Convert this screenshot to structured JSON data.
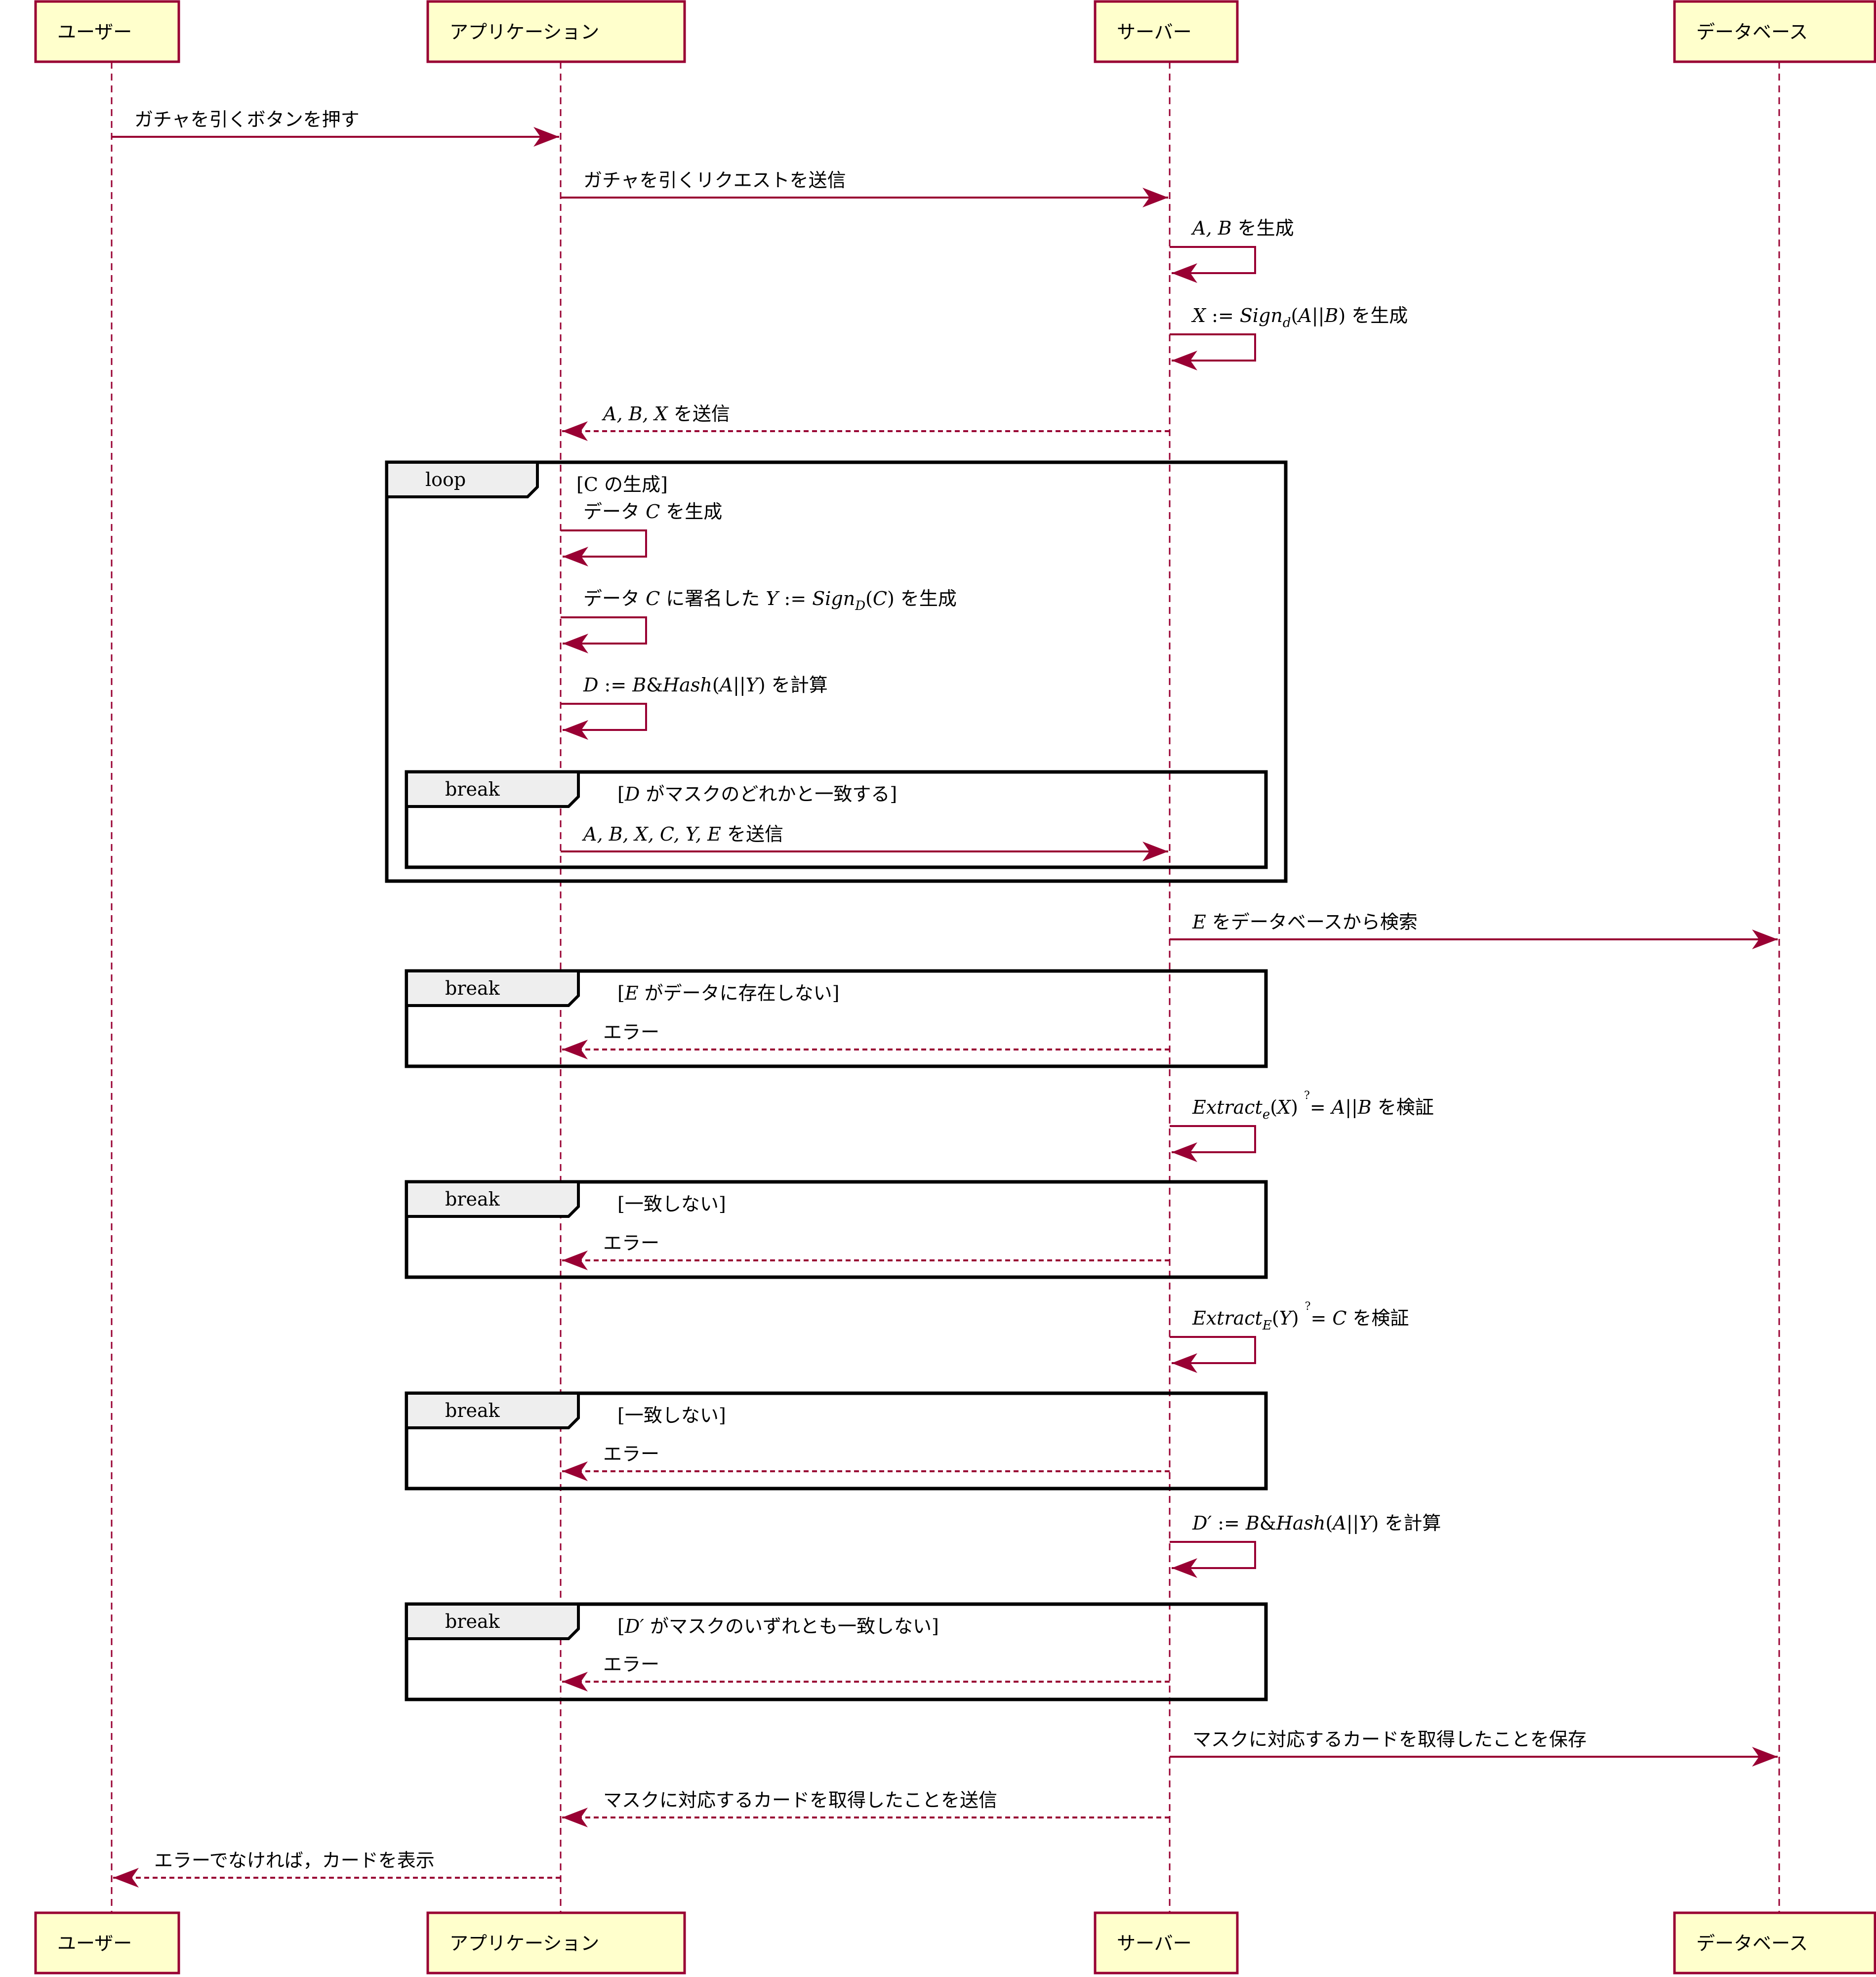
{
  "colors": {
    "line": "#990033",
    "box_fill": "#ffffcc",
    "frame": "#000000",
    "tab_fill": "#eeeeee",
    "background": "#ffffff"
  },
  "participants": [
    {
      "id": "user",
      "label": "ユーザー"
    },
    {
      "id": "app",
      "label": "アプリケーション"
    },
    {
      "id": "server",
      "label": "サーバー"
    },
    {
      "id": "db",
      "label": "データベース"
    }
  ],
  "messages": [
    {
      "id": "m1",
      "from": "user",
      "to": "app",
      "style": "solid",
      "parts": [
        {
          "t": "ガチャを引くボタンを押す"
        }
      ]
    },
    {
      "id": "m2",
      "from": "app",
      "to": "server",
      "style": "solid",
      "parts": [
        {
          "t": "ガチャを引くリクエストを送信"
        }
      ]
    },
    {
      "id": "m3",
      "from": "server",
      "to": "server",
      "style": "self",
      "parts": [
        {
          "t": "A, B",
          "m": true
        },
        {
          "t": " を生成"
        }
      ]
    },
    {
      "id": "m4",
      "from": "server",
      "to": "server",
      "style": "self",
      "parts": [
        {
          "t": "X",
          "m": true
        },
        {
          "t": " := "
        },
        {
          "t": "Sign",
          "m": true
        },
        {
          "t": "d",
          "m": true,
          "sub": true
        },
        {
          "t": "("
        },
        {
          "t": "A",
          "m": true
        },
        {
          "t": "||"
        },
        {
          "t": "B",
          "m": true
        },
        {
          "t": ") を生成"
        }
      ]
    },
    {
      "id": "m5",
      "from": "server",
      "to": "app",
      "style": "dashed",
      "parts": [
        {
          "t": "A, B, X",
          "m": true
        },
        {
          "t": " を送信"
        }
      ]
    },
    {
      "id": "m6",
      "from": "app",
      "to": "app",
      "style": "self",
      "parts": [
        {
          "t": "データ "
        },
        {
          "t": "C",
          "m": true
        },
        {
          "t": " を生成"
        }
      ]
    },
    {
      "id": "m7",
      "from": "app",
      "to": "app",
      "style": "self",
      "parts": [
        {
          "t": "データ "
        },
        {
          "t": "C",
          "m": true
        },
        {
          "t": " に署名した "
        },
        {
          "t": "Y",
          "m": true
        },
        {
          "t": " := "
        },
        {
          "t": "Sign",
          "m": true
        },
        {
          "t": "D",
          "m": true,
          "sub": true
        },
        {
          "t": "("
        },
        {
          "t": "C",
          "m": true
        },
        {
          "t": ") を生成"
        }
      ]
    },
    {
      "id": "m8",
      "from": "app",
      "to": "app",
      "style": "self",
      "parts": [
        {
          "t": "D",
          "m": true
        },
        {
          "t": " := "
        },
        {
          "t": "B",
          "m": true
        },
        {
          "t": "&"
        },
        {
          "t": "Hash",
          "m": true
        },
        {
          "t": "("
        },
        {
          "t": "A",
          "m": true
        },
        {
          "t": "||"
        },
        {
          "t": "Y",
          "m": true
        },
        {
          "t": ") を計算"
        }
      ]
    },
    {
      "id": "m9",
      "from": "app",
      "to": "server",
      "style": "solid",
      "parts": [
        {
          "t": "A, B, X, C, Y, E",
          "m": true
        },
        {
          "t": " を送信"
        }
      ]
    },
    {
      "id": "m10",
      "from": "server",
      "to": "db",
      "style": "solid",
      "parts": [
        {
          "t": "E",
          "m": true
        },
        {
          "t": " をデータベースから検索"
        }
      ]
    },
    {
      "id": "m11",
      "from": "server",
      "to": "app",
      "style": "dashed",
      "parts": [
        {
          "t": "エラー"
        }
      ]
    },
    {
      "id": "m12",
      "from": "server",
      "to": "server",
      "style": "self",
      "parts": [
        {
          "t": "Extract",
          "m": true
        },
        {
          "t": "e",
          "m": true,
          "sub": true
        },
        {
          "t": "("
        },
        {
          "t": "X",
          "m": true
        },
        {
          "t": ") "
        },
        {
          "t": "?",
          "sup": true
        },
        {
          "t": "= "
        },
        {
          "t": "A",
          "m": true
        },
        {
          "t": "||"
        },
        {
          "t": "B",
          "m": true
        },
        {
          "t": " を検証"
        }
      ]
    },
    {
      "id": "m13",
      "from": "server",
      "to": "app",
      "style": "dashed",
      "parts": [
        {
          "t": "エラー"
        }
      ]
    },
    {
      "id": "m14",
      "from": "server",
      "to": "server",
      "style": "self",
      "parts": [
        {
          "t": "Extract",
          "m": true
        },
        {
          "t": "E",
          "m": true,
          "sub": true
        },
        {
          "t": "("
        },
        {
          "t": "Y",
          "m": true
        },
        {
          "t": ") "
        },
        {
          "t": "?",
          "sup": true
        },
        {
          "t": "= "
        },
        {
          "t": "C",
          "m": true
        },
        {
          "t": " を検証"
        }
      ]
    },
    {
      "id": "m15",
      "from": "server",
      "to": "app",
      "style": "dashed",
      "parts": [
        {
          "t": "エラー"
        }
      ]
    },
    {
      "id": "m16",
      "from": "server",
      "to": "server",
      "style": "self",
      "parts": [
        {
          "t": "D′",
          "m": true
        },
        {
          "t": " := "
        },
        {
          "t": "B",
          "m": true
        },
        {
          "t": "&"
        },
        {
          "t": "Hash",
          "m": true
        },
        {
          "t": "("
        },
        {
          "t": "A",
          "m": true
        },
        {
          "t": "||"
        },
        {
          "t": "Y",
          "m": true
        },
        {
          "t": ") を計算"
        }
      ]
    },
    {
      "id": "m17",
      "from": "server",
      "to": "app",
      "style": "dashed",
      "parts": [
        {
          "t": "エラー"
        }
      ]
    },
    {
      "id": "m18",
      "from": "server",
      "to": "db",
      "style": "solid",
      "parts": [
        {
          "t": "マスクに対応するカードを取得したことを保存"
        }
      ]
    },
    {
      "id": "m19",
      "from": "server",
      "to": "app",
      "style": "dashed",
      "parts": [
        {
          "t": "マスクに対応するカードを取得したことを送信"
        }
      ]
    },
    {
      "id": "m20",
      "from": "app",
      "to": "user",
      "style": "dashed",
      "parts": [
        {
          "t": "エラーでなければ，カードを表示"
        }
      ]
    }
  ],
  "fragments": [
    {
      "id": "f1",
      "kind": "loop",
      "parts": [
        {
          "t": "[C の生成]"
        }
      ]
    },
    {
      "id": "f2",
      "kind": "break",
      "parts": [
        {
          "t": "["
        },
        {
          "t": "D",
          "m": true
        },
        {
          "t": " がマスクのどれかと一致する]"
        }
      ]
    },
    {
      "id": "f3",
      "kind": "break",
      "parts": [
        {
          "t": "["
        },
        {
          "t": "E",
          "m": true
        },
        {
          "t": " がデータに存在しない]"
        }
      ]
    },
    {
      "id": "f4",
      "kind": "break",
      "parts": [
        {
          "t": "[一致しない]"
        }
      ]
    },
    {
      "id": "f5",
      "kind": "break",
      "parts": [
        {
          "t": "[一致しない]"
        }
      ]
    },
    {
      "id": "f6",
      "kind": "break",
      "parts": [
        {
          "t": "["
        },
        {
          "t": "D′",
          "m": true
        },
        {
          "t": " がマスクのいずれとも一致しない]"
        }
      ]
    }
  ]
}
